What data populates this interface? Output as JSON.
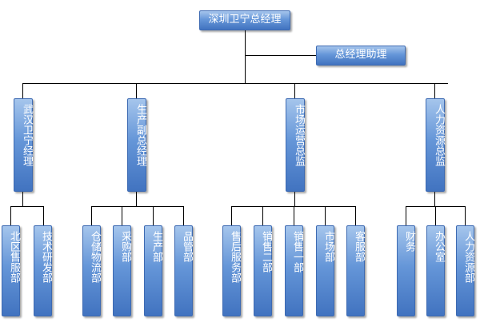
{
  "top": {
    "label": "深圳卫宁总经理"
  },
  "assistant": {
    "label": "总经理助理"
  },
  "directors": [
    {
      "label": "武汉卫宁经理",
      "departments": [
        "北区售服部",
        "技术研发部"
      ]
    },
    {
      "label": "生产副总经理",
      "departments": [
        "仓储物流部",
        "采购部",
        "生产部",
        "品管部"
      ]
    },
    {
      "label": "市场运营总监",
      "departments": [
        "售后服务部",
        "销售二部",
        "销售一部",
        "市场部",
        "客服部"
      ]
    },
    {
      "label": "人力资源总监",
      "departments": [
        "财务",
        "办公室",
        "人力资源部"
      ]
    }
  ],
  "colors": {
    "box_top": "#a5c5ec",
    "box_bottom": "#4173c0",
    "border": "#3d6ab2",
    "line": "#000000"
  }
}
